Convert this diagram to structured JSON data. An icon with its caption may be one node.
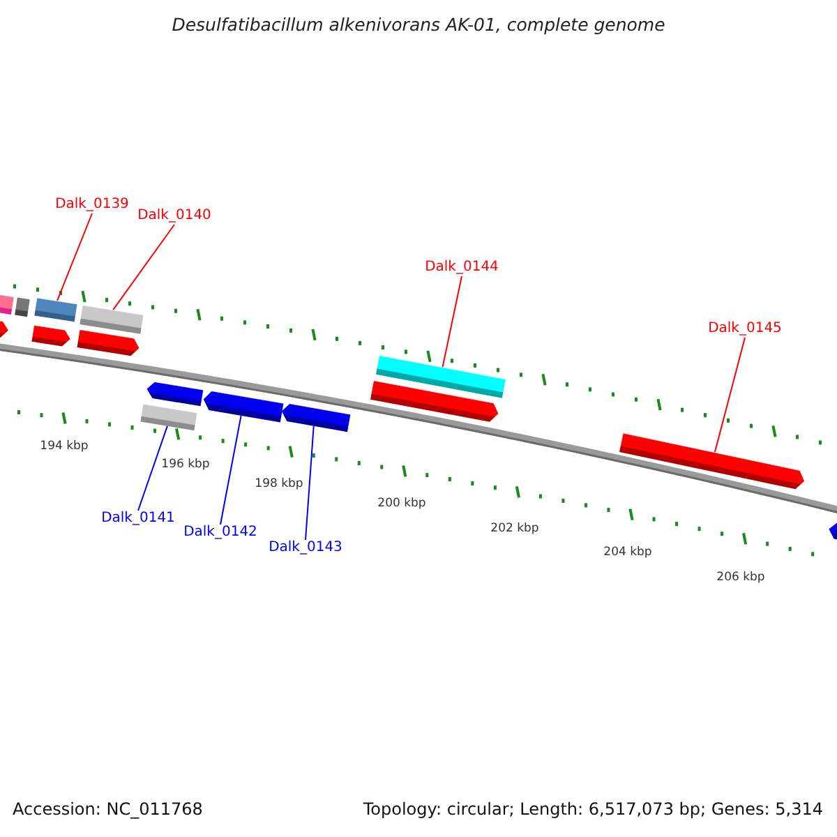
{
  "diagram": {
    "title": "Desulfatibacillum alkenivorans AK-01, complete genome",
    "nodes": [
      {
        "text": [
          "Dalk_0139"
        ]
      },
      {
        "text": [
          "Dalk_0140"
        ]
      },
      {
        "text": [
          "Dalk_0141"
        ]
      },
      {
        "text": [
          "Dalk_0142"
        ]
      },
      {
        "text": [
          "Dalk_0143"
        ]
      },
      {
        "text": [
          "Dalk_0144"
        ]
      },
      {
        "text": [
          "Dalk_0145"
        ]
      },
      {
        "text": [],
        "shape": "pentagon"
      },
      {
        "text": [],
        "shape": "bar"
      },
      {
        "text": [],
        "shape": "bar"
      },
      {
        "text": [],
        "shape": "pentagon"
      },
      {
        "text": [],
        "shape": "bar"
      },
      {
        "text": [],
        "shape": "pentagon"
      },
      {
        "text": [],
        "shape": "bar"
      },
      {
        "text": [],
        "shape": "bar"
      },
      {
        "text": [],
        "shape": "pentagon"
      },
      {
        "text": [],
        "shape": "pentagon"
      },
      {
        "text": [],
        "shape": "pentagon"
      },
      {
        "text": [],
        "shape": "pentagon"
      },
      {
        "text": [],
        "shape": "bar"
      },
      {
        "text": [],
        "shape": "pentagon"
      },
      {
        "text": [],
        "shape": "pentagon"
      }
    ],
    "edges": [
      {
        "from": 0,
        "to": 11,
        "arrow": "none"
      },
      {
        "from": 1,
        "to": 13,
        "arrow": "none"
      },
      {
        "from": 2,
        "to": 14,
        "arrow": "none",
        "color": "#0000ff"
      },
      {
        "from": 3,
        "to": 16,
        "arrow": "none",
        "color": "#0000ff"
      },
      {
        "from": 4,
        "to": 17,
        "arrow": "none",
        "color": "#0000ff"
      },
      {
        "from": 5,
        "to": 19,
        "arrow": "none"
      },
      {
        "from": 6,
        "to": 20,
        "arrow": "none"
      }
    ],
    "labels": [
      "194 kbp",
      "196 kbp",
      "198 kbp",
      "200 kbp",
      "202 kbp",
      "204 kbp",
      "206 kbp",
      "Accession: NC_011768",
      "Topology: circular; Length: 6,517,073 bp; Genes: 5,314"
    ]
  }
}
